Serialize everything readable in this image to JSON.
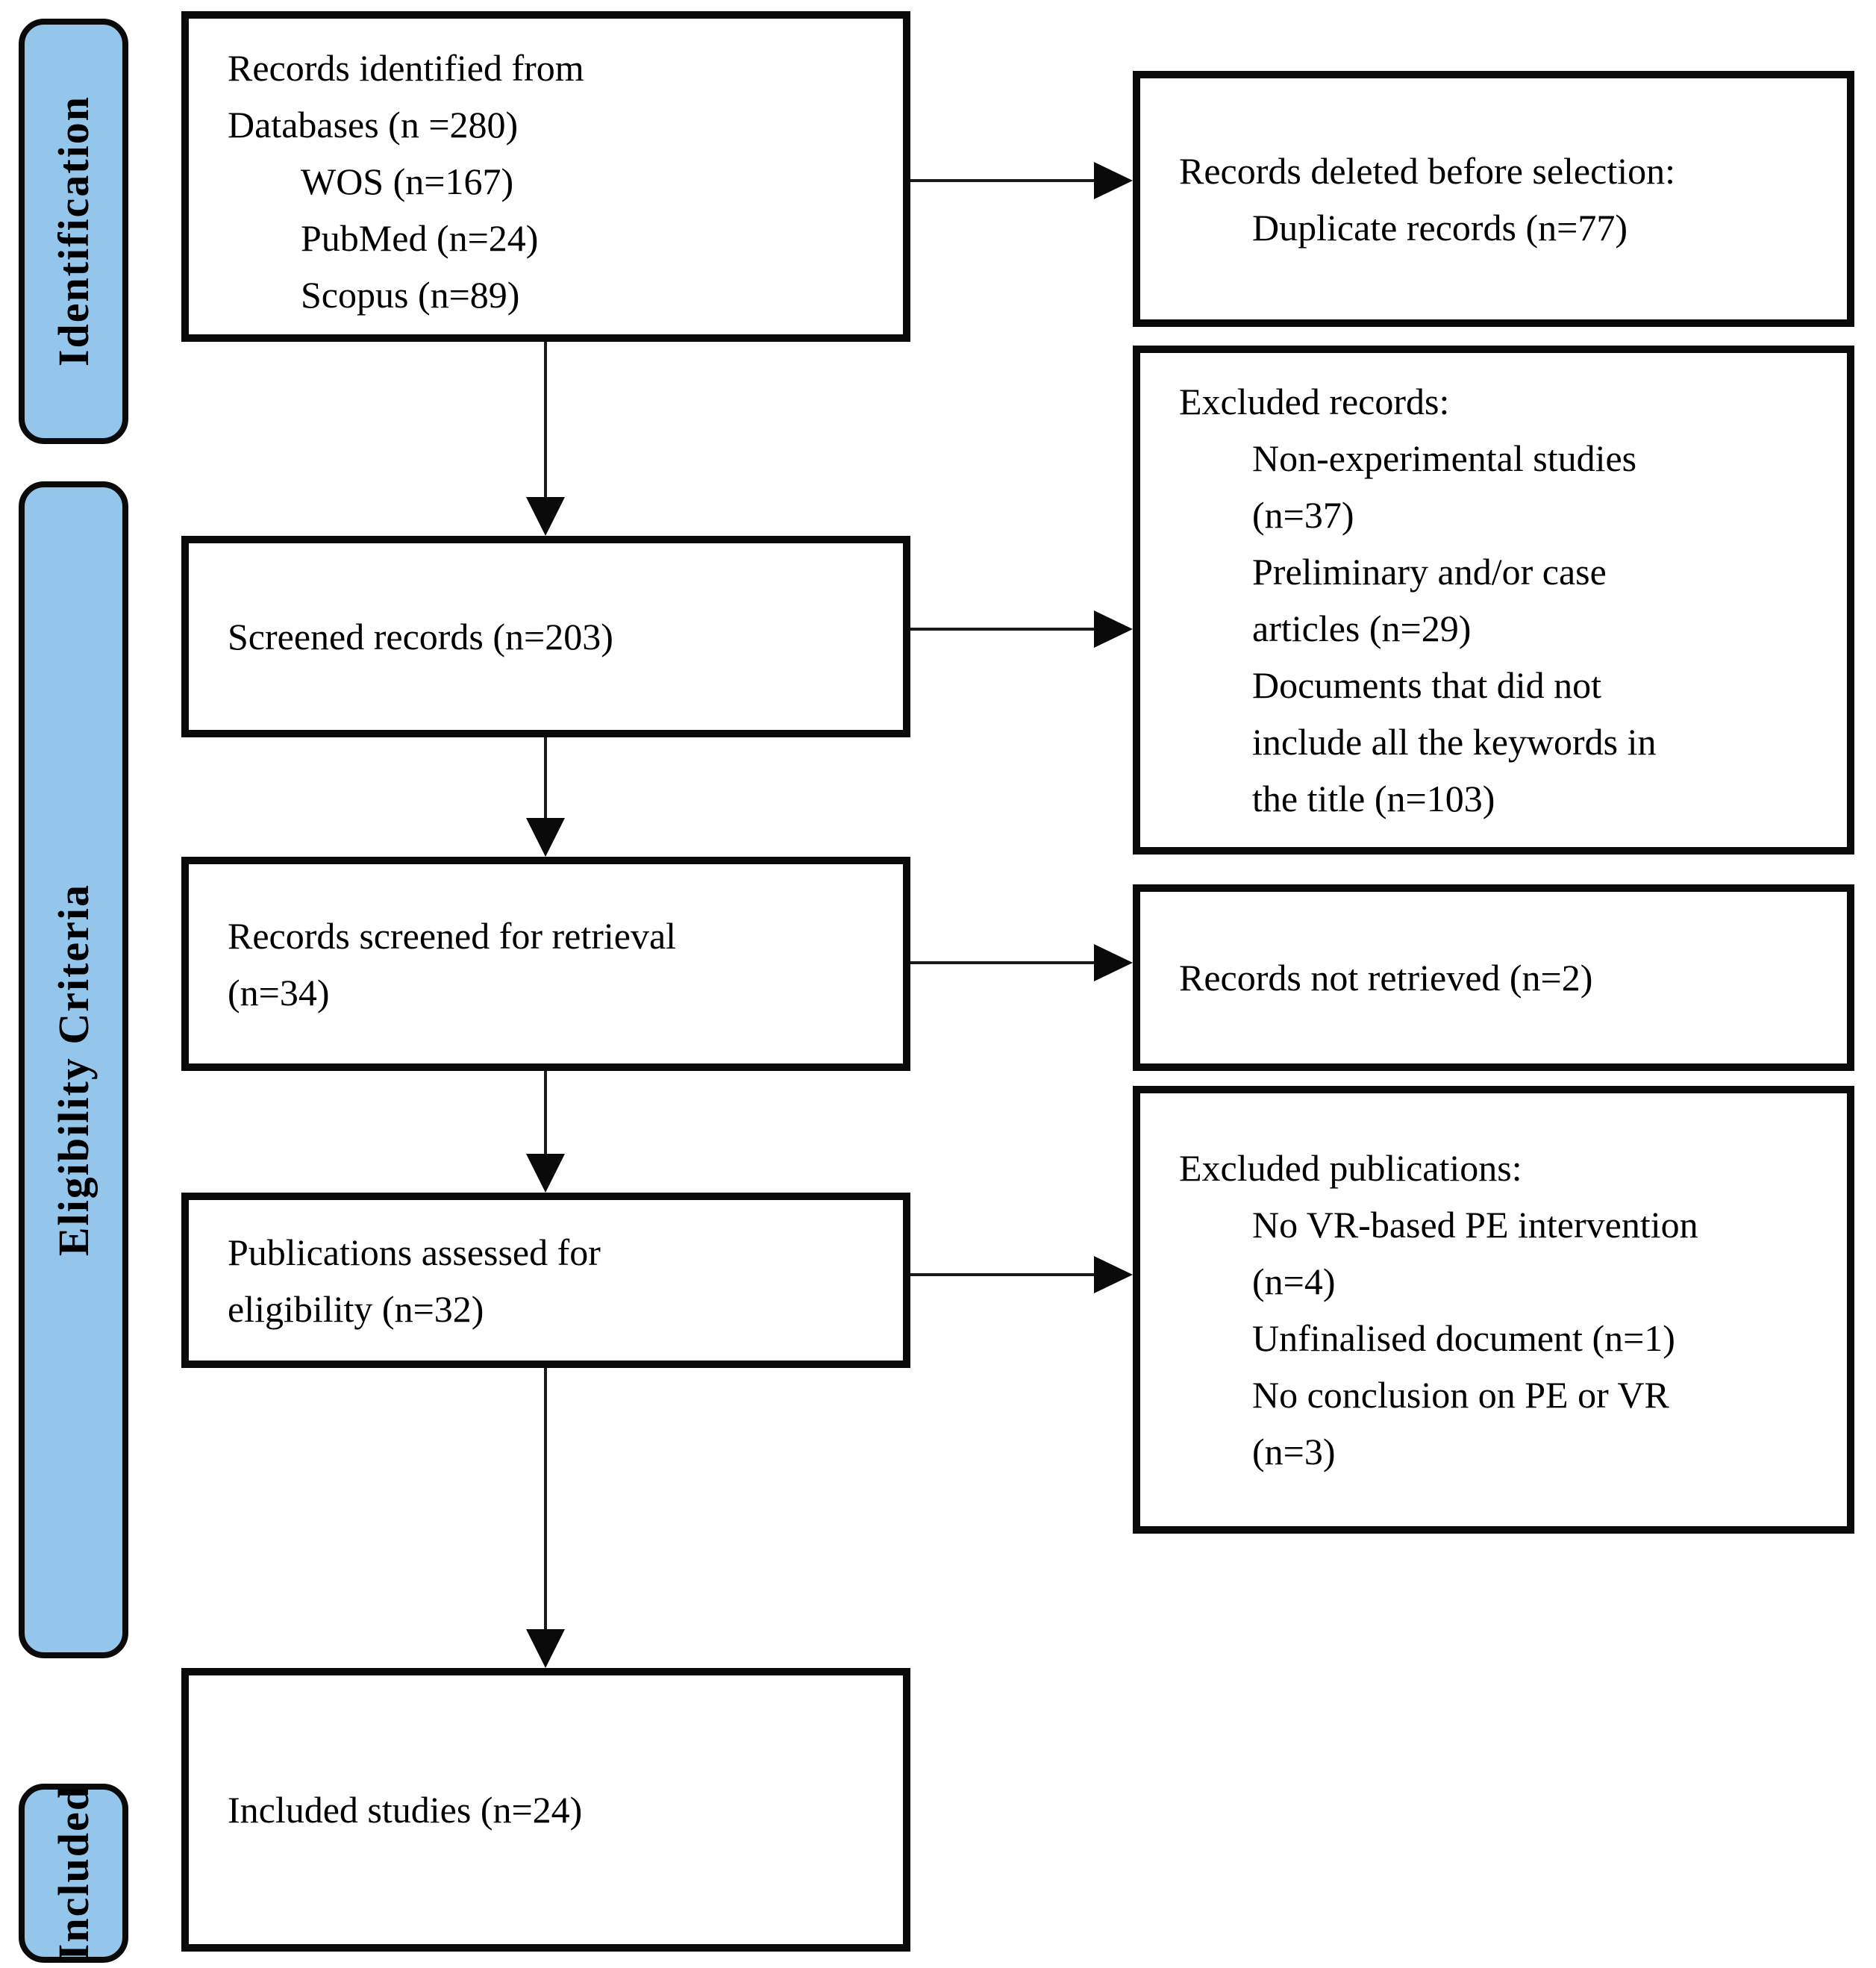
{
  "diagram_type": "prisma-flowchart",
  "colors": {
    "stage_fill": "#93C6EA",
    "stroke": "#0a0a0a",
    "box_background": "#ffffff"
  },
  "icons": {
    "down_arrow": "solid-triangle-down",
    "right_arrow": "solid-triangle-right"
  },
  "stages": [
    {
      "label": "Identification"
    },
    {
      "label": "Eligibility Criteria"
    },
    {
      "label": "Included"
    }
  ],
  "main_boxes": [
    {
      "name": "records-identified",
      "lines": [
        {
          "text": "Records identified from",
          "indent": 0
        },
        {
          "text": "Databases (n =280)",
          "indent": 0
        },
        {
          "text": "WOS (n=167)",
          "indent": 1
        },
        {
          "text": "PubMed (n=24)",
          "indent": 1
        },
        {
          "text": "Scopus (n=89)",
          "indent": 1
        }
      ]
    },
    {
      "name": "screened-records",
      "lines": [
        {
          "text": "Screened records (n=203)",
          "indent": 0
        }
      ]
    },
    {
      "name": "records-screened-for-retrieval",
      "lines": [
        {
          "text": "Records screened for retrieval",
          "indent": 0
        },
        {
          "text": "(n=34)",
          "indent": 0
        }
      ]
    },
    {
      "name": "publications-assessed-for-eligibility",
      "lines": [
        {
          "text": "Publications assessed for",
          "indent": 0
        },
        {
          "text": "eligibility (n=32)",
          "indent": 0
        }
      ]
    },
    {
      "name": "included-studies",
      "lines": [
        {
          "text": "Included studies (n=24)",
          "indent": 0
        }
      ]
    }
  ],
  "side_boxes": [
    {
      "name": "records-deleted-before-selection",
      "lines": [
        {
          "text": "Records deleted before selection:",
          "indent": 0
        },
        {
          "text": "Duplicate records (n=77)",
          "indent": 1
        }
      ]
    },
    {
      "name": "excluded-records",
      "lines": [
        {
          "text": "Excluded records:",
          "indent": 0
        },
        {
          "text": "Non-experimental studies",
          "indent": 1
        },
        {
          "text": "(n=37)",
          "indent": 1
        },
        {
          "text": "Preliminary and/or case",
          "indent": 1
        },
        {
          "text": "articles (n=29)",
          "indent": 1
        },
        {
          "text": "Documents that did not",
          "indent": 1
        },
        {
          "text": "include all the keywords in",
          "indent": 1
        },
        {
          "text": "the title (n=103)",
          "indent": 1
        }
      ]
    },
    {
      "name": "records-not-retrieved",
      "lines": [
        {
          "text": "Records not retrieved (n=2)",
          "indent": 0
        }
      ]
    },
    {
      "name": "excluded-publications",
      "lines": [
        {
          "text": "Excluded publications:",
          "indent": 0
        },
        {
          "text": "No VR-based PE intervention",
          "indent": 1
        },
        {
          "text": "(n=4)",
          "indent": 1
        },
        {
          "text": "Unfinalised document (n=1)",
          "indent": 1
        },
        {
          "text": "No conclusion on PE or VR",
          "indent": 1
        },
        {
          "text": "(n=3)",
          "indent": 1
        }
      ]
    }
  ]
}
